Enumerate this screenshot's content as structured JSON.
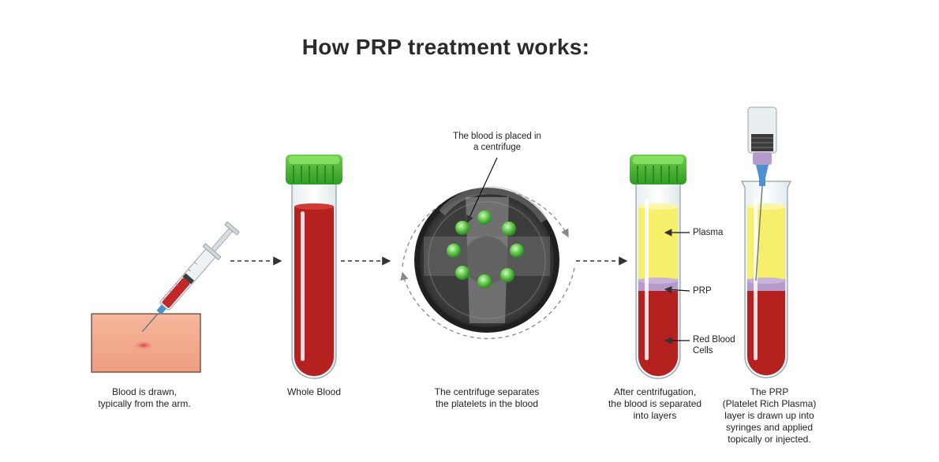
{
  "title": "How PRP treatment works:",
  "steps": [
    {
      "caption": [
        "Blood is drawn,",
        "typically from the arm."
      ]
    },
    {
      "caption": [
        "Whole Blood"
      ]
    },
    {
      "caption": [
        "The centrifuge separates",
        "the platelets in the blood"
      ]
    },
    {
      "caption": [
        "After centrifugation,",
        "the blood is separated",
        "into layers"
      ]
    },
    {
      "caption": [
        "The PRP",
        "(Platelet Rich Plasma)",
        "layer is drawn up into",
        "syringes and applied",
        "topically or injected."
      ]
    }
  ],
  "centrifuge_note": [
    "The blood is placed in",
    "a centrifuge"
  ],
  "layer_labels": {
    "plasma": "Plasma",
    "prp": "PRP",
    "red_cells": [
      "Red Blood",
      "Cells"
    ]
  },
  "colors": {
    "blood": "#b5211f",
    "plasma": "#f6ef6a",
    "prp": "#b59bcc",
    "cap_green": "#3fae2a",
    "skin": "#f3a98c",
    "centrifuge": "#3a3a3a",
    "sample_green": "#5ec44a"
  }
}
